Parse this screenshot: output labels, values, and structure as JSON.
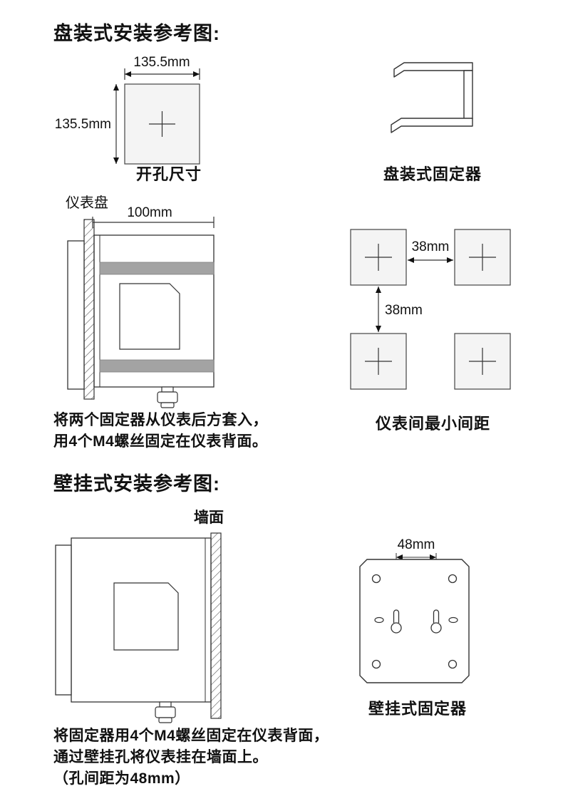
{
  "sections": {
    "panel": {
      "title": "盘装式安装参考图:"
    },
    "wall": {
      "title": "壁挂式安装参考图:"
    }
  },
  "cutout": {
    "width": "135.5mm",
    "height": "135.5mm",
    "caption": "开孔尺寸"
  },
  "panel_bracket": {
    "caption": "盘装式固定器"
  },
  "panel_view": {
    "panel_label": "仪表盘",
    "depth": "100mm",
    "note1": "将两个固定器从仪表后方套入，",
    "note2": "用4个M4螺丝固定在仪表背面。"
  },
  "spacing": {
    "h": "38mm",
    "v": "38mm",
    "caption": "仪表间最小间距"
  },
  "wall_view": {
    "wall_label": "墙面",
    "note1": "将固定器用4个M4螺丝固定在仪表背面，",
    "note2": "通过壁挂孔将仪表挂在墙面上。",
    "note3": "（孔间距为48mm）"
  },
  "wall_bracket": {
    "spacing": "48mm",
    "caption": "壁挂式固定器"
  },
  "colors": {
    "line": "#333333",
    "band": "#a3a3a3",
    "square_fill": "#f4f4f4"
  }
}
